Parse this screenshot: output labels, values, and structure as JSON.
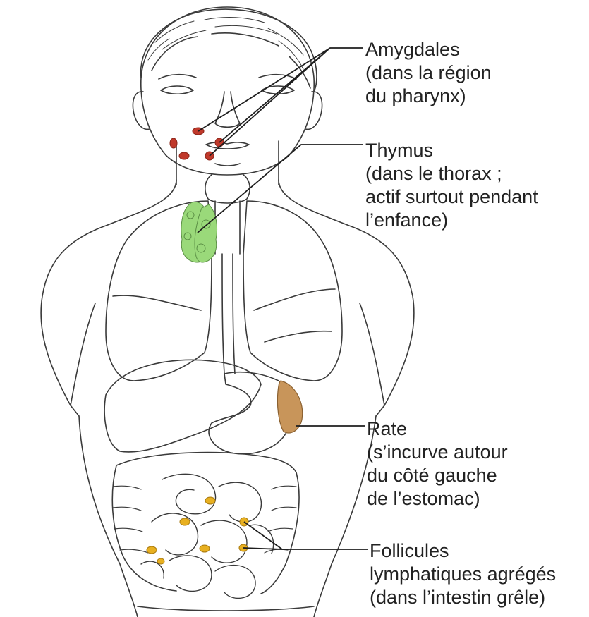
{
  "labels": {
    "amygdales": {
      "title": "Amygdales",
      "line2": "(dans la région",
      "line3": "du pharynx)"
    },
    "thymus": {
      "title": "Thymus",
      "line2": "(dans le thorax ;",
      "line3": "actif surtout pendant",
      "line4": "l’enfance)"
    },
    "rate": {
      "title": "Rate",
      "line2": "(s’incurve autour",
      "line3": "du côté gauche",
      "line4": "de l’estomac)"
    },
    "follicules": {
      "title": "Follicules",
      "line2": "lymphatiques agrégés",
      "line3": "(dans l’intestin grêle)"
    }
  },
  "colors": {
    "outline": "#3a3a3a",
    "tonsils": "#c0392b",
    "thymus": "#9ad97a",
    "spleen": "#c8955a",
    "follicles": "#e8b020",
    "leader": "#1e1e1e"
  }
}
